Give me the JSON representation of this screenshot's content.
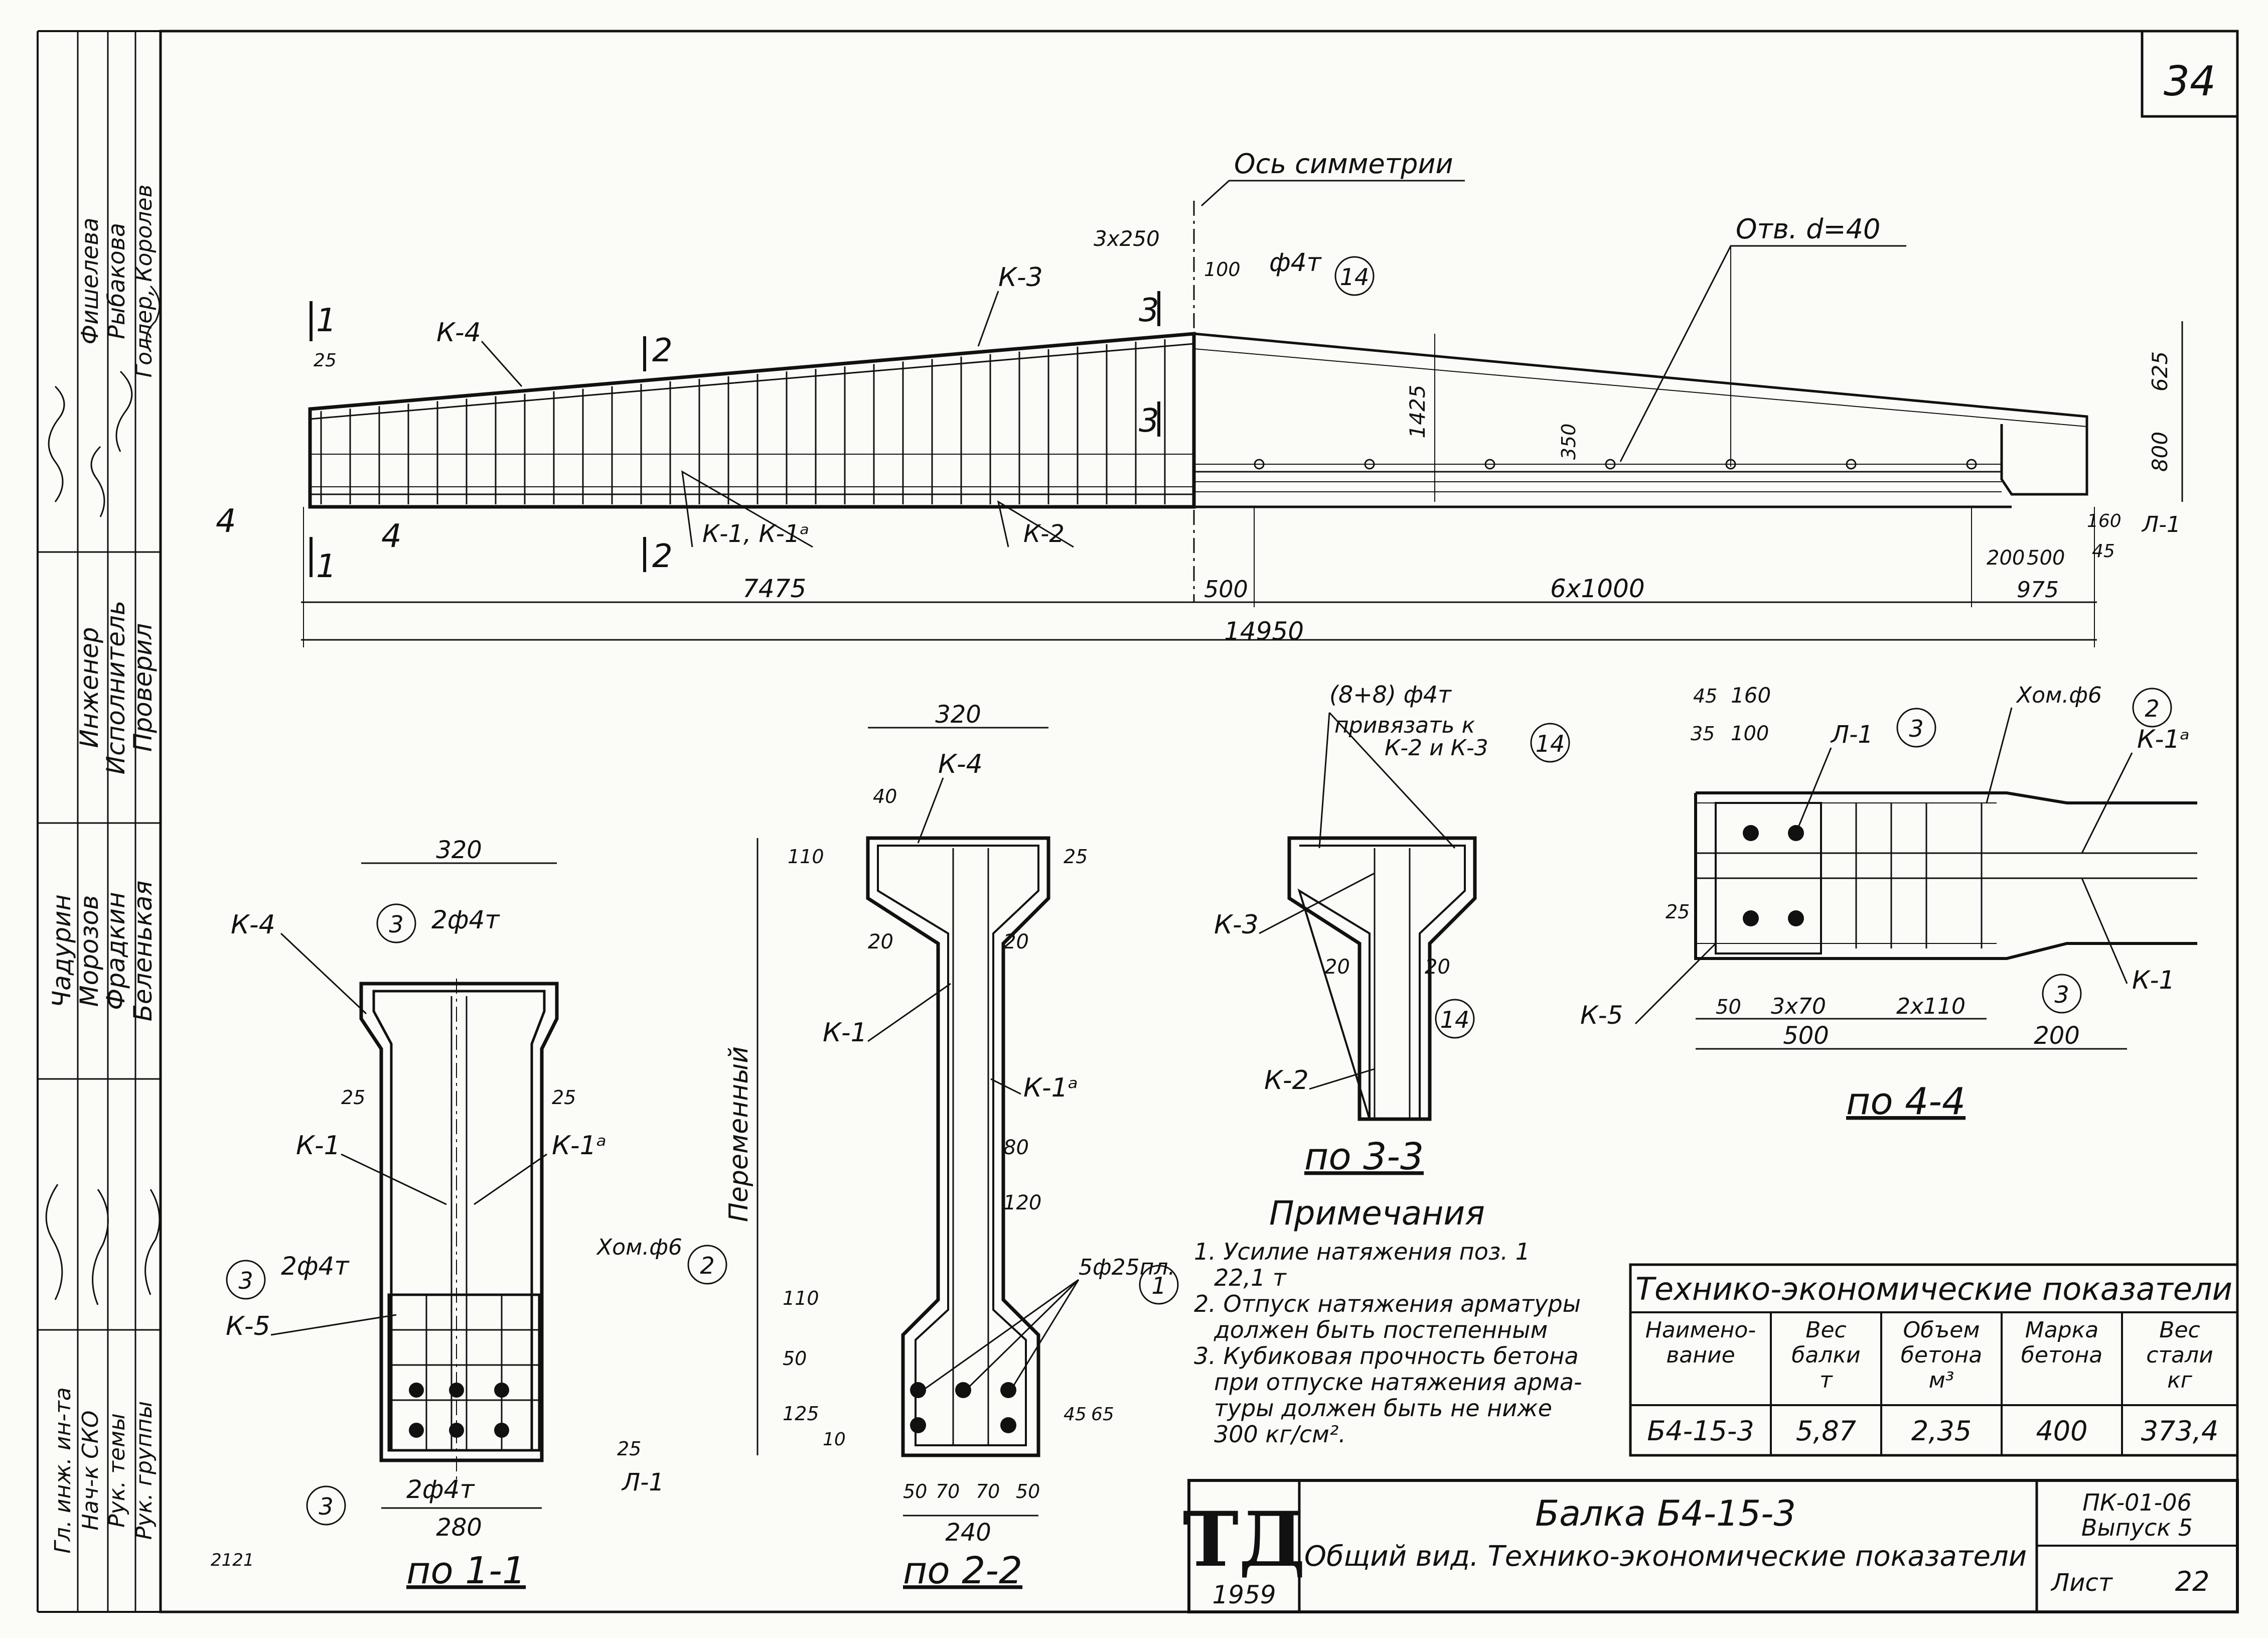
{
  "sheet": {
    "page_number": "34",
    "year": "1959",
    "code": "ПК-01-06",
    "issue": "Выпуск 5",
    "sheet_label": "Лист",
    "sheet_no": "22",
    "stamp": "2121"
  },
  "title_block": {
    "beam_title": "Балка Б4-15-3",
    "subtitle": "Общий вид. Технико-экономические показатели",
    "logo": "ТД"
  },
  "signatures": {
    "top_names": [
      "Фишелева",
      "Рыбакова",
      "Голлер, Королев"
    ],
    "roles": [
      "Инженер",
      "Исполнитель",
      "Проверил"
    ],
    "mid_names": [
      "Чадурин",
      "Морозов",
      "Фрадкин",
      "Беленькая"
    ],
    "bottom_roles": [
      "Гл. инж. ин-та",
      "Нач-к СКО",
      "Рук. темы",
      "Рук. группы"
    ]
  },
  "elevation": {
    "axis": "Ось симметрии",
    "hole": "Отв. d=40",
    "labels": {
      "k4": "К-4",
      "k3": "К-3",
      "k1": "К-1, К-1ᵃ",
      "k2": "К-2",
      "l1": "Л-1",
      "phi": "ф4т",
      "pos14": "14",
      "step": "3х250"
    },
    "sections": {
      "s1": "1",
      "s2": "2",
      "s3": "3",
      "s4": "4"
    },
    "dims": {
      "d25": "25",
      "d100": "100",
      "d1425": "1425",
      "d350": "350",
      "d625": "625",
      "d800": "800",
      "d160": "160",
      "d45": "45",
      "d200": "200",
      "d500a": "500",
      "d975": "975",
      "d7475": "7475",
      "d500": "500",
      "d6x1000": "6х1000",
      "d14950": "14950"
    }
  },
  "section_1": {
    "title": "по 1-1",
    "labels": {
      "k4": "К-4",
      "k1": "К-1",
      "k1a": "К-1ᵃ",
      "k5": "К-5",
      "l1": "Л-1",
      "bars_top": "2ф4т",
      "bars_mid": "2ф4т",
      "bars_bot": "2ф4т",
      "stirrup": "Хом.ф6",
      "pos3a": "3",
      "pos3b": "3",
      "pos3c": "3",
      "pos2": "2"
    },
    "dims": {
      "w320": "320",
      "w280": "280",
      "c25a": "25",
      "c25b": "25",
      "c25c": "25"
    }
  },
  "section_2": {
    "title": "по 2-2",
    "labels": {
      "k4": "К-4",
      "k1": "К-1",
      "k1a": "К-1ᵃ",
      "var": "Переменный",
      "strands": "5ф25пл.",
      "pos1": "1"
    },
    "dims": {
      "w320": "320",
      "d40": "40",
      "d110": "110",
      "d25": "25",
      "d20a": "20",
      "d20b": "20",
      "d80": "80",
      "d120": "120",
      "d110b": "110",
      "d50": "50",
      "d125": "125",
      "d10": "10",
      "d45": "45",
      "d65": "65",
      "b50a": "50",
      "b70a": "70",
      "b70b": "70",
      "b50b": "50",
      "w240": "240"
    }
  },
  "section_3": {
    "title": "по 3-3",
    "labels": {
      "note": "(8+8) ф4т",
      "note2": "привязать к",
      "note3": "К-2 и К-3",
      "k3": "К-3",
      "k2": "К-2",
      "pos14a": "14",
      "pos14b": "14",
      "d20a": "20",
      "d20b": "20"
    }
  },
  "section_4": {
    "title": "по 4-4",
    "labels": {
      "stirrup": "Хом.ф6",
      "k1a": "К-1ᵃ",
      "k1": "К-1",
      "k5": "К-5",
      "l1": "Л-1",
      "pos2": "2",
      "pos3a": "3",
      "pos3b": "3"
    },
    "dims": {
      "d45": "45",
      "d160": "160",
      "d35": "35",
      "d100": "100",
      "d25": "25",
      "d50": "50",
      "d3x70": "3х70",
      "d2x110": "2х110",
      "d500": "500",
      "d200": "200"
    }
  },
  "notes": {
    "heading": "Примечания",
    "lines": [
      "1. Усилие натяжения поз. 1",
      "22,1 т",
      "2. Отпуск натяжения арматуры",
      "должен быть постепенным",
      "3. Кубиковая прочность бетона",
      "при отпуске натяжения арма-",
      "туры должен быть не ниже",
      "300 кг/см²."
    ]
  },
  "table": {
    "title": "Технико-экономические показатели",
    "headers": [
      [
        "Наимено-",
        "вание"
      ],
      [
        "Вес",
        "балки",
        "т"
      ],
      [
        "Объем",
        "бетона",
        "м³"
      ],
      [
        "Марка",
        "бетона"
      ],
      [
        "Вес",
        "стали",
        "кг"
      ]
    ],
    "row": [
      "Б4-15-3",
      "5,87",
      "2,35",
      "400",
      "373,4"
    ]
  }
}
